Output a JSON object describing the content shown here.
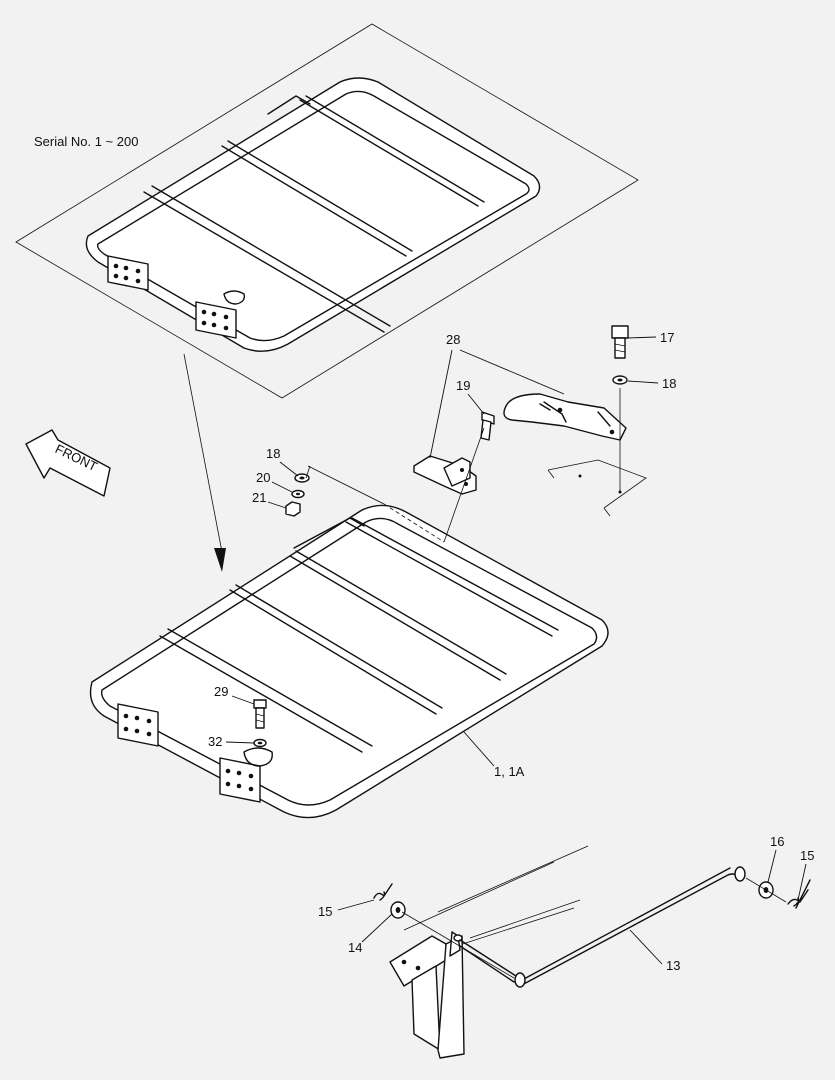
{
  "serial_note": "Serial No. 1 ~ 200",
  "direction_label": "FRONT",
  "callouts": {
    "c28": "28",
    "c17": "17",
    "c18a": "18",
    "c19": "19",
    "c18b": "18",
    "c20": "20",
    "c21": "21",
    "c29": "29",
    "c32": "32",
    "c1": "1, 1A",
    "c16": "16",
    "c15a": "15",
    "c15b": "15",
    "c14": "14",
    "c13": "13"
  }
}
